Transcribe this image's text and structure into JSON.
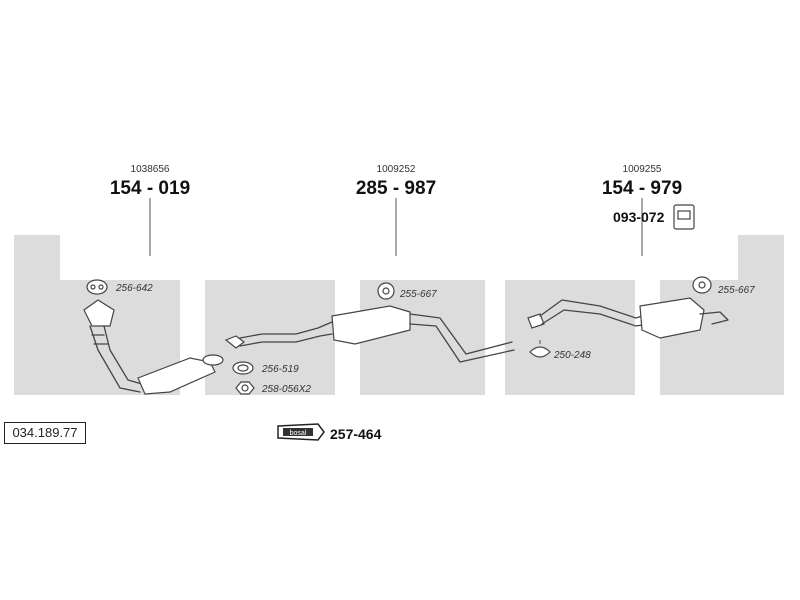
{
  "catalog_number": "034.189.77",
  "brand_badge": "bosal",
  "front_section": {
    "ref": "1038656",
    "part": "154 - 019"
  },
  "middle_section": {
    "ref": "1009252",
    "part": "285 - 987"
  },
  "rear_section": {
    "ref": "1009255",
    "part": "154 - 979"
  },
  "mount_kit": {
    "part": "093-072"
  },
  "accessories": {
    "hanger_front": "256-642",
    "gasket": "256-519",
    "ring": "256-519",
    "nut": "258-056X2",
    "hanger_mid": "255-667",
    "clamp": "250-248",
    "hanger_rear": "255-667"
  },
  "paste": {
    "part": "257-464"
  }
}
